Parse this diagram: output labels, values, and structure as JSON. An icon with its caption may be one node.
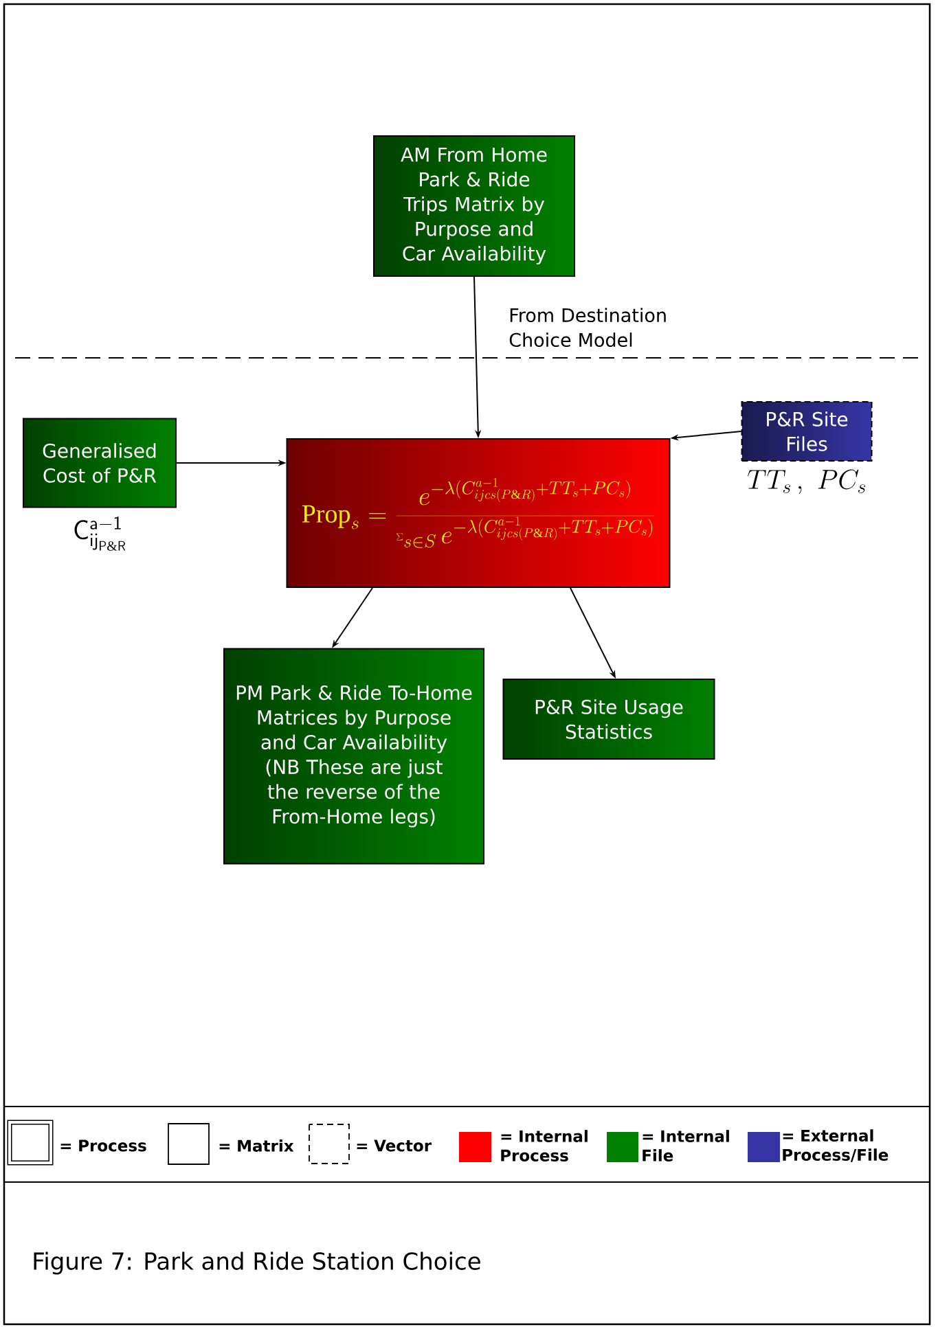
{
  "diagram": {
    "caption": "Figure 7: Park and Ride Station Choice",
    "nodes": [
      {
        "text": [
          "AM From Home Park & Ride Trips Matrix by Purpose and Car Availability"
        ]
      },
      {
        "text": [
          "Generalised Cost of P&R"
        ],
        "beside": [
          "\\mathsf{C}^{\\mathsf{a-1}}_{\\mathsf{ij}_{\\mathsf{P\\&R}}}"
        ]
      },
      {
        "text": [
          "\\mathrm{Prop}_s = \\frac{e^{-\\lambda(C^{a-1}_{ijcs(P\\&R)}+TT_s+PC_s)}}{\\sum_{s\\in S} e^{-\\lambda(C^{a-1}_{ijcs(P\\&R)}+TT_s+PC_s)}}"
        ]
      },
      {
        "text": [
          "P&R Site Files"
        ],
        "beside": [
          "TT_s\\,,\\ PC_s"
        ]
      },
      {
        "text": [
          "PM Park & Ride To-Home Matrices by Purpose and Car Availability (NB These are just the reverse of the From-Home legs)"
        ]
      },
      {
        "text": [
          "P&R Site Usage Statistics"
        ]
      }
    ],
    "edges": [
      {
        "from": 0,
        "to": 2,
        "arrow": "to"
      },
      {
        "from": 1,
        "to": 2,
        "arrow": "to"
      },
      {
        "from": 3,
        "to": 2,
        "arrow": "to"
      },
      {
        "from": 2,
        "to": 4,
        "arrow": "to"
      },
      {
        "from": 2,
        "to": 5,
        "arrow": "to"
      }
    ],
    "labels": [
      "From Destination Choice Model"
    ],
    "legend": [
      {
        "text": "= Process"
      },
      {
        "text": "= Matrix"
      },
      {
        "text": "= Vector"
      },
      {
        "text": "= Internal Process",
        "color": "#ff0000"
      },
      {
        "text": "= Internal File",
        "color": "#008000"
      },
      {
        "text": "= External Process/File",
        "color": "#3535a5"
      }
    ]
  }
}
